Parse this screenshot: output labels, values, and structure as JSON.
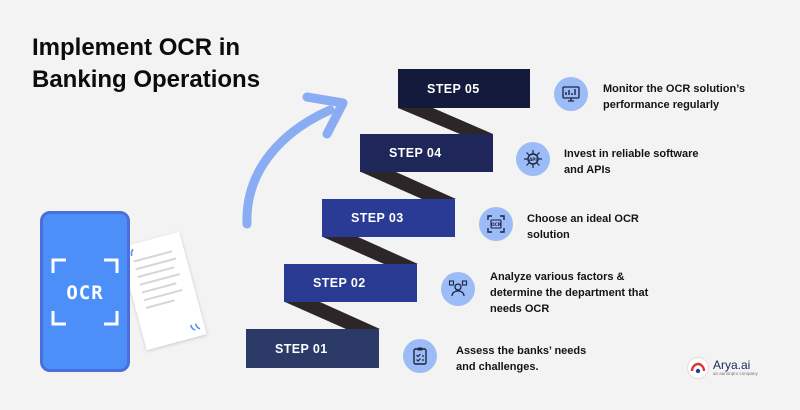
{
  "title": {
    "line1": "Implement OCR in",
    "line2": "Banking Operations"
  },
  "phone": {
    "screen_text": "OCR"
  },
  "steps": [
    {
      "label": "STEP 01",
      "description_lines": [
        "Assess the banks’ needs",
        "and challenges."
      ],
      "icon": "checklist-icon"
    },
    {
      "label": "STEP 02",
      "description_lines": [
        "Analyze various factors &",
        "determine the department that",
        "needs OCR"
      ],
      "icon": "analysis-icon"
    },
    {
      "label": "STEP 03",
      "description_lines": [
        "Choose an ideal OCR",
        "solution"
      ],
      "icon": "ocr-scan-icon"
    },
    {
      "label": "STEP 04",
      "description_lines": [
        "Invest in reliable software",
        "and APIs"
      ],
      "icon": "api-chip-icon"
    },
    {
      "label": "STEP 05",
      "description_lines": [
        "Monitor the OCR solution’s",
        "performance regularly"
      ],
      "icon": "dashboard-monitor-icon"
    }
  ],
  "logo": {
    "name": "Arya.ai",
    "tagline": "an aurionpro company"
  },
  "colors": {
    "step01": "#2b3a66",
    "step02": "#283a91",
    "step03": "#2a3b95",
    "step04": "#1f2659",
    "step05": "#131a3c",
    "connector": "#2c2628",
    "icon_bg": "#9bbcf6",
    "arrow": "#8aacf2",
    "phone": "#4d8ff8"
  }
}
